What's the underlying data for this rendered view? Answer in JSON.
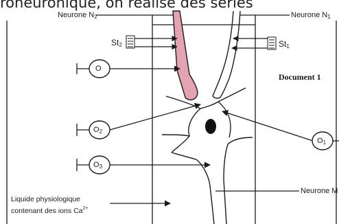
{
  "header": {
    "text": "ronéuronique, on réalise des séries"
  },
  "document_label": "Document 1",
  "neurons": {
    "n2": {
      "name": "Neurone N",
      "sub": "2"
    },
    "n1": {
      "name": "Neurone N",
      "sub": "1"
    },
    "m": {
      "name": "Neurone M"
    }
  },
  "stimulators": {
    "st2": {
      "name": "St",
      "sub": "2"
    },
    "st1": {
      "name": "St",
      "sub": "1"
    }
  },
  "oscilloscopes": {
    "o": {
      "name": "O",
      "sub": ""
    },
    "o2": {
      "name": "O",
      "sub": "2"
    },
    "o3": {
      "name": "O",
      "sub": "3"
    },
    "o1": {
      "name": "O",
      "sub": "1"
    }
  },
  "liquid": {
    "line1": "Liquide physiologique",
    "line2": "contenant des ions Ca",
    "sup": "2+"
  },
  "colors": {
    "axon_n2": "#e3a3b0",
    "stroke": "#1a1a1a"
  },
  "icons": [
    "electrode-icon",
    "oscilloscope-icon",
    "stimulator-coil-icon",
    "arrow-icon"
  ]
}
